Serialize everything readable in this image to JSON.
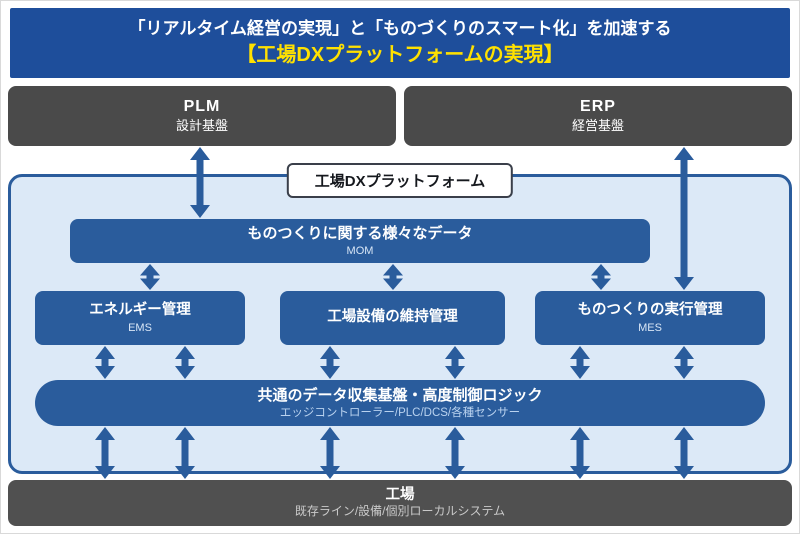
{
  "banner": {
    "line1": "「リアルタイム経営の実現」と「ものづくりのスマート化」を加速する",
    "line2": "【工場DXプラットフォームの実現】"
  },
  "systems": {
    "plm": {
      "title": "PLM",
      "subtitle": "設計基盤"
    },
    "erp": {
      "title": "ERP",
      "subtitle": "経営基盤"
    }
  },
  "platform": {
    "label": "工場DXプラットフォーム",
    "mom": {
      "title": "ものつくりに関する様々なデータ",
      "subtitle": "MOM"
    },
    "ems": {
      "title": "エネルギー管理",
      "subtitle": "EMS"
    },
    "maintenance": {
      "title": "工場設備の維持管理"
    },
    "mes": {
      "title": "ものつくりの実行管理",
      "subtitle": "MES"
    },
    "common": {
      "title": "共通のデータ収集基盤・高度制御ロジック",
      "subtitle": "エッジコントローラー/PLC/DCS/各種センサー"
    }
  },
  "factory": {
    "title": "工場",
    "subtitle": "既存ライン/設備/個別ローカルシステム"
  },
  "colors": {
    "banner_bg": "#1e4e9b",
    "accent_blue": "#2a5c9c",
    "panel_bg": "#dce9f7",
    "gray_box": "#4a4a4a",
    "factory_gray": "#505050",
    "highlight_yellow": "#ffe100"
  }
}
